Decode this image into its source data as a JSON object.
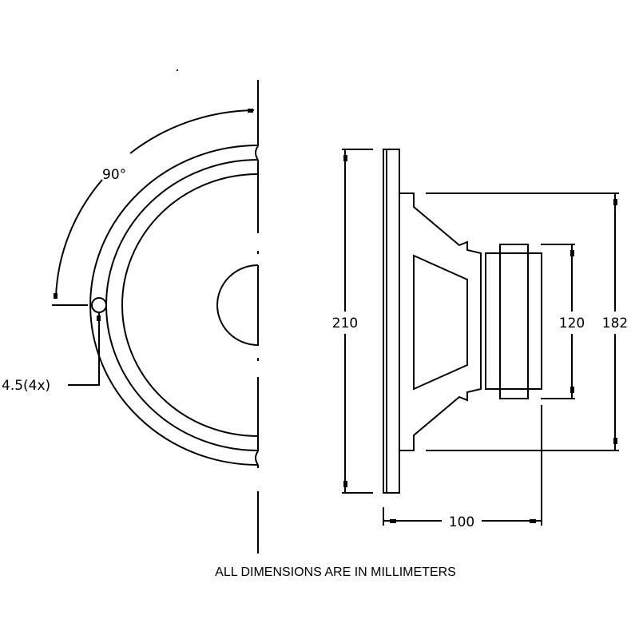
{
  "front_view": {
    "angle_label": "90°",
    "hole_label": "4.5(4x)"
  },
  "side_view": {
    "frame_height_label": "210",
    "basket_height_label": "182",
    "magnet_height_label": "120",
    "depth_label": "100"
  },
  "footer": {
    "note": "ALL DIMENSIONS ARE IN MILLIMETERS"
  }
}
